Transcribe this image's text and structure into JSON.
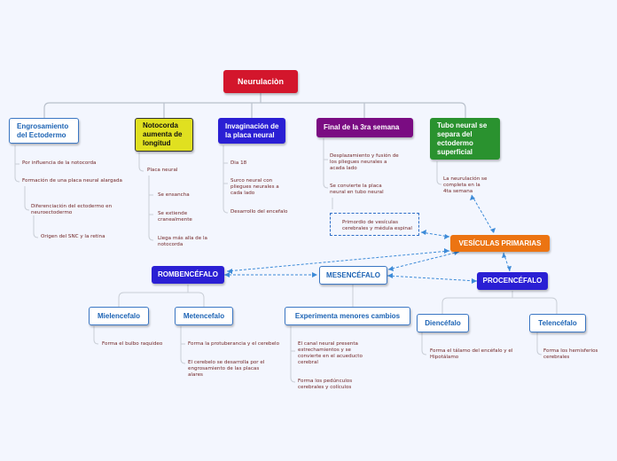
{
  "root": {
    "label": "Neurulaciòn",
    "color": "#d3162c"
  },
  "branches": {
    "ectodermo": {
      "label": "Engrosamiento del Ectodermo",
      "items": [
        "Por influencia de la notocorda",
        "Formación de una placa neural alargada"
      ],
      "sub": "Diferenciación del ectodermo en neuroectodermo",
      "subsub": "Origen del SNC y la retina"
    },
    "notocorda": {
      "label": "Notocorda aumenta de longitud",
      "color": "#e0e020",
      "item": "Placa neural",
      "subitems": [
        "Se ensancha",
        "Se extiende cranealmente",
        "Llega más alla de la notocorda"
      ]
    },
    "invaginacion": {
      "label": "Invaginación de la placa neural",
      "color": "#2a1fd4",
      "items": [
        "Dia 18",
        "Surco neural con pliegues neurales a cada lado",
        "Desarrollo del encefalo"
      ]
    },
    "final": {
      "label": "Final de la 3ra semana",
      "color": "#7a0c82",
      "items": [
        "Desplazamiento y fusión de los pliegues neurales a acada lado",
        "Se convierte la placa neural en tubo neural"
      ],
      "sub": "Primordio de vesículas cerebrales y médula espinal"
    },
    "tubo": {
      "label": "Tubo neural se separa del ectodermo superficial",
      "color": "#2a922f",
      "item": "La neurulación se completa en la 4ta semana"
    }
  },
  "vesiculas": {
    "label": "VESÍCULAS PRIMARIAS",
    "color": "#ec7412",
    "rombencefalo": {
      "label": "ROMBENCÉFALO",
      "color": "#2a1fd4",
      "mielencefalo": {
        "label": "Mielencefalo",
        "item": "Forma el bulbo raquideo"
      },
      "metencefalo": {
        "label": "Metencefalo",
        "items": [
          "Forma la protuberancia y el cerebelo",
          "El cerebelo se desarrolla por el engrosamiento de las placas alares"
        ]
      }
    },
    "mesencefalo": {
      "label": "MESENCÉFALO",
      "cambios": {
        "label": "Experimenta menores cambios",
        "items": [
          "El canal neural presenta estrechamientos y se convierte en el acueducto cerebral",
          "Forma los pedúnculos cerebrales y colículos"
        ]
      }
    },
    "prosencefalo": {
      "label": "PROCENCÉFALO",
      "color": "#2a1fd4",
      "diencefalo": {
        "label": "Diencéfalo",
        "item": "Forma el tálamo del encéfalo y el Hipotálamo"
      },
      "telencefalo": {
        "label": "Telencéfalo",
        "item": "Forma los hemisferios cerebrales"
      }
    }
  }
}
